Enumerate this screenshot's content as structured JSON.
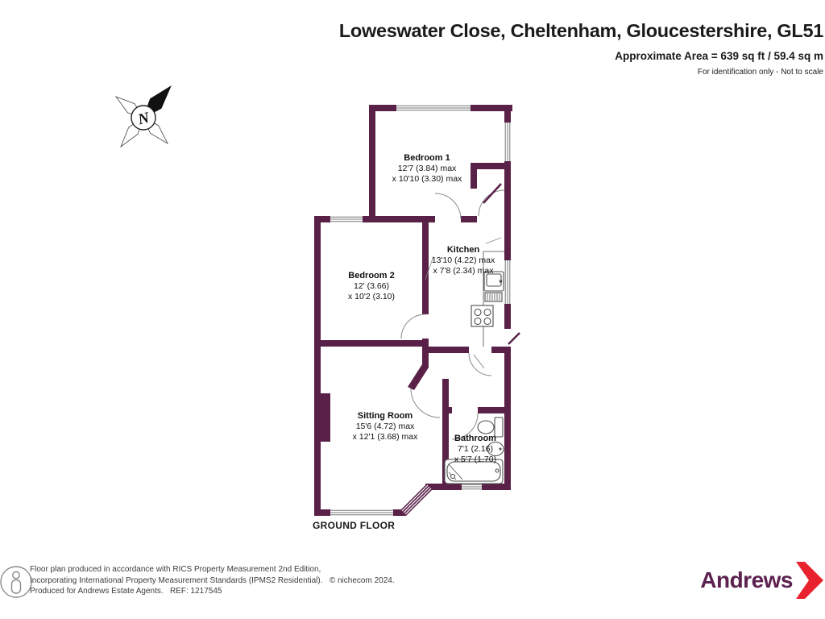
{
  "header": {
    "title": "Loweswater Close, Cheltenham, Gloucestershire, GL51",
    "area": "Approximate Area = 639 sq ft / 59.4 sq m",
    "note": "For identification only - Not to scale"
  },
  "compass": {
    "label": "N"
  },
  "plan": {
    "floor_label": "GROUND FLOOR",
    "rooms": {
      "bedroom1": {
        "name": "Bedroom 1",
        "dim1": "12'7 (3.84) max",
        "dim2": "x 10'10 (3.30) max"
      },
      "bedroom2": {
        "name": "Bedroom 2",
        "dim1": "12' (3.66)",
        "dim2": "x 10'2 (3.10)"
      },
      "kitchen": {
        "name": "Kitchen",
        "dim1": "13'10 (4.22) max",
        "dim2": "x 7'8 (2.34) max"
      },
      "sitting_room": {
        "name": "Sitting Room",
        "dim1": "15'6 (4.72) max",
        "dim2": "x 12'1 (3.68) max"
      },
      "bathroom": {
        "name": "Bathroom",
        "dim1": "7'1 (2.16)",
        "dim2": "x 5'7 (1.70)"
      }
    }
  },
  "footer": {
    "line1": "Floor plan produced in accordance with RICS Property Measurement 2nd Edition,",
    "line2": "Incorporating International Property Measurement Standards (IPMS2 Residential).   © nichecom 2024.",
    "line3": "Produced for Andrews Estate Agents.   REF: 1217545",
    "logo_text": "Andrews"
  },
  "colors": {
    "wall": "#5a2148",
    "logo_purple": "#5c2150",
    "logo_red": "#e8232d"
  }
}
